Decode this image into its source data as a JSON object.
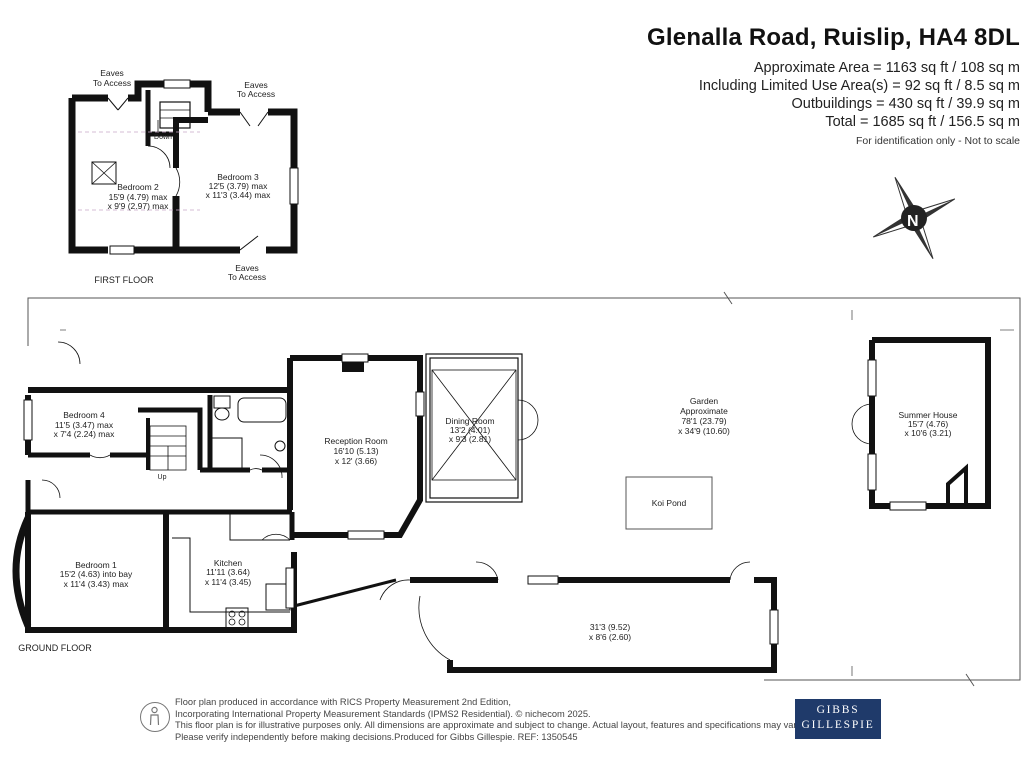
{
  "header": {
    "title": "Glenalla Road, Ruislip, HA4 8DL",
    "approx_area": "Approximate Area = 1163 sq ft / 108 sq m",
    "limited_use": "Including Limited Use Area(s) = 92 sq ft / 8.5 sq m",
    "outbuildings": "Outbuildings = 430 sq ft / 39.9 sq m",
    "total": "Total = 1685 sq ft / 156.5 sq m",
    "note": "For identification only - Not to scale"
  },
  "compass": {
    "letter": "N"
  },
  "first_floor": {
    "label": "FIRST FLOOR",
    "eaves_1": [
      "Eaves",
      "To Access"
    ],
    "eaves_2": [
      "Eaves",
      "To Access"
    ],
    "eaves_3": [
      "Eaves",
      "To Access"
    ],
    "down_label": "Down",
    "bedroom2": [
      "Bedroom 2",
      "15'9 (4.79) max",
      "x 9'9 (2.97) max"
    ],
    "bedroom3": [
      "Bedroom 3",
      "12'5 (3.79) max",
      "x 11'3 (3.44) max"
    ]
  },
  "ground_floor": {
    "label": "GROUND FLOOR",
    "bedroom4": [
      "Bedroom 4",
      "11'5 (3.47) max",
      "x 7'4 (2.24) max"
    ],
    "up_label": "Up",
    "bedroom1": [
      "Bedroom 1",
      "15'2 (4.63) into bay",
      "x 11'4 (3.43) max"
    ],
    "kitchen": [
      "Kitchen",
      "11'11 (3.64)",
      "x 11'4 (3.45)"
    ],
    "reception": [
      "Reception Room",
      "16'10 (5.13)",
      "x 12' (3.66)"
    ],
    "dining": [
      "Dining Room",
      "13'2 (4.01)",
      "x 9'3 (2.81)"
    ]
  },
  "garden": {
    "label": [
      "Garden",
      "Approximate",
      "78'1 (23.79)",
      "x 34'9 (10.60)"
    ],
    "koi_pond": "Koi Pond",
    "summer_house": [
      "Summer House",
      "15'7 (4.76)",
      "x 10'6 (3.21)"
    ],
    "outbuilding": [
      "31'3 (9.52)",
      "x 8'6 (2.60)"
    ]
  },
  "footer": {
    "lines": [
      "Floor plan produced in accordance with RICS Property Measurement 2nd Edition,",
      "Incorporating International Property Measurement Standards (IPMS2 Residential).   © nichecom 2025.",
      "This floor plan is for illustrative purposes only. All dimensions are approximate and subject to change. Actual layout, features and specifications may vary.",
      "Please verify independently before making decisions.Produced for Gibbs Gillespie.   REF:   1350545"
    ],
    "logo_line1": "GIBBS",
    "logo_line2": "GILLESPIE"
  }
}
